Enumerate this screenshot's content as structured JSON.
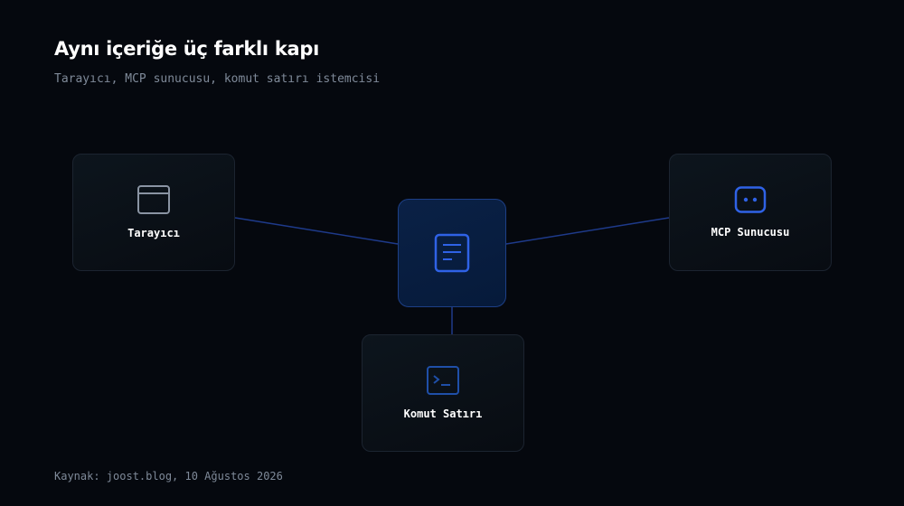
{
  "header": {
    "title": "Aynı içeriğe üç farklı kapı",
    "subtitle": "Tarayıcı, MCP sunucusu, komut satırı istemcisi"
  },
  "diagram": {
    "center": {
      "icon": "document-icon"
    },
    "nodes": [
      {
        "id": "browser",
        "label": "Tarayıcı",
        "icon": "browser-window-icon"
      },
      {
        "id": "mcp",
        "label": "MCP Sunucusu",
        "icon": "robot-face-icon"
      },
      {
        "id": "cli",
        "label": "Komut Satırı",
        "icon": "terminal-icon"
      }
    ]
  },
  "footer": {
    "source": "Kaynak: joost.blog, 10 Ağustos 2026"
  },
  "colors": {
    "background": "#05080e",
    "accent": "#2f62e6",
    "connector": "#1e3a8a",
    "muted_text": "#7f8a99"
  }
}
